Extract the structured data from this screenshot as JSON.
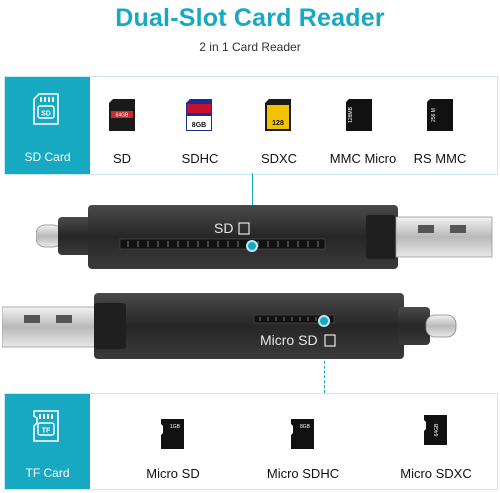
{
  "header": {
    "title": "Dual-Slot Card Reader",
    "subtitle": "2 in 1 Card Reader"
  },
  "sd_panel": {
    "tag_label": "SD Card",
    "cards": [
      {
        "label": "SD",
        "card_text": "64GB",
        "color": "#1a1a1a",
        "accent": "#d33"
      },
      {
        "label": "SDHC",
        "card_text": "8GB",
        "color": "#1b2e8f",
        "accent": "#c8102e"
      },
      {
        "label": "SDXC",
        "card_text": "128",
        "color": "#1a1a1a",
        "accent": "#e6b800"
      },
      {
        "label": "MMC Micro",
        "card_text": "128MB",
        "color": "#111111"
      },
      {
        "label": "RS MMC",
        "card_text": "256 M",
        "color": "#111111"
      }
    ]
  },
  "reader_top": {
    "slot_label": "SD"
  },
  "reader_bottom": {
    "slot_label": "Micro SD"
  },
  "tf_panel": {
    "tag_label": "TF Card",
    "cards": [
      {
        "label": "Micro SD",
        "card_text": "1GB"
      },
      {
        "label": "Micro SDHC",
        "card_text": "8GB"
      },
      {
        "label": "Micro SDXC",
        "card_text": "64GB"
      }
    ]
  },
  "colors": {
    "accent": "#17a8c2",
    "reader_body": "#2a2a2a"
  }
}
